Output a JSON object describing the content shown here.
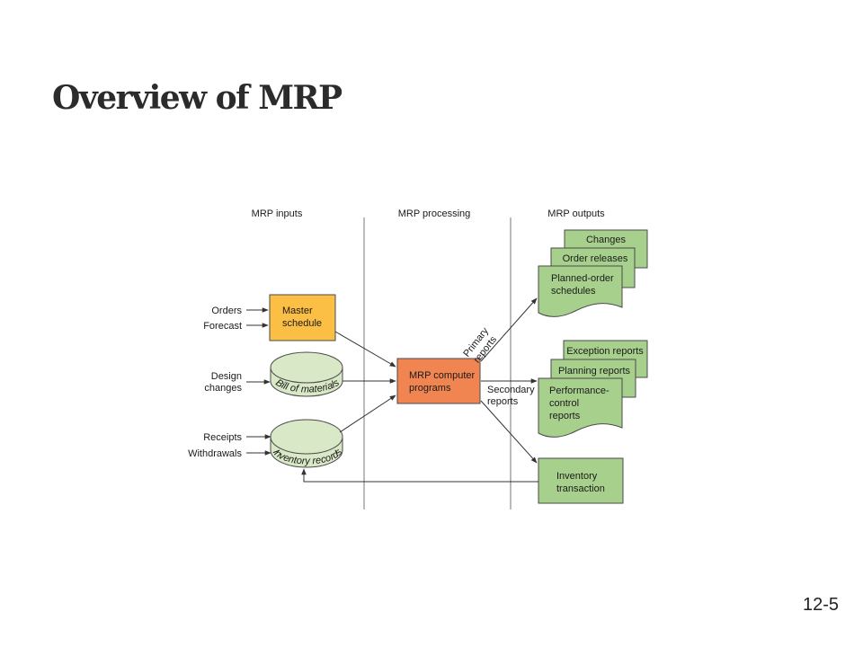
{
  "slide": {
    "title": "Overview of MRP",
    "page_number": "12-5"
  },
  "columns": {
    "inputs": "MRP inputs",
    "processing": "MRP processing",
    "outputs": "MRP outputs"
  },
  "inputs": {
    "orders": "Orders",
    "forecast": "Forecast",
    "design_line1": "Design",
    "design_line2": "changes",
    "receipts": "Receipts",
    "withdrawals": "Withdrawals"
  },
  "master_schedule": {
    "line1": "Master",
    "line2": "schedule"
  },
  "bill_of_materials": "Bill of materials",
  "inventory_records": "Inventory records",
  "mrp_programs": {
    "line1": "MRP computer",
    "line2": "programs"
  },
  "primary_reports": {
    "line1": "Primary",
    "line2": "reports"
  },
  "secondary_reports": {
    "line1": "Secondary",
    "line2": "reports"
  },
  "primary_outputs": {
    "changes": "Changes",
    "order_releases": "Order releases",
    "planned_line1": "Planned-order",
    "planned_line2": "schedules"
  },
  "secondary_outputs": {
    "exception": "Exception reports",
    "planning": "Planning reports",
    "perf_line1": "Performance-",
    "perf_line2": "control",
    "perf_line3": "reports"
  },
  "inventory_transaction": {
    "line1": "Inventory",
    "line2": "transaction"
  },
  "colors": {
    "master_schedule": "#fbbf45",
    "mrp_programs": "#f08552",
    "documents": "#a8d08d",
    "cylinders": "#d9e8c6"
  }
}
